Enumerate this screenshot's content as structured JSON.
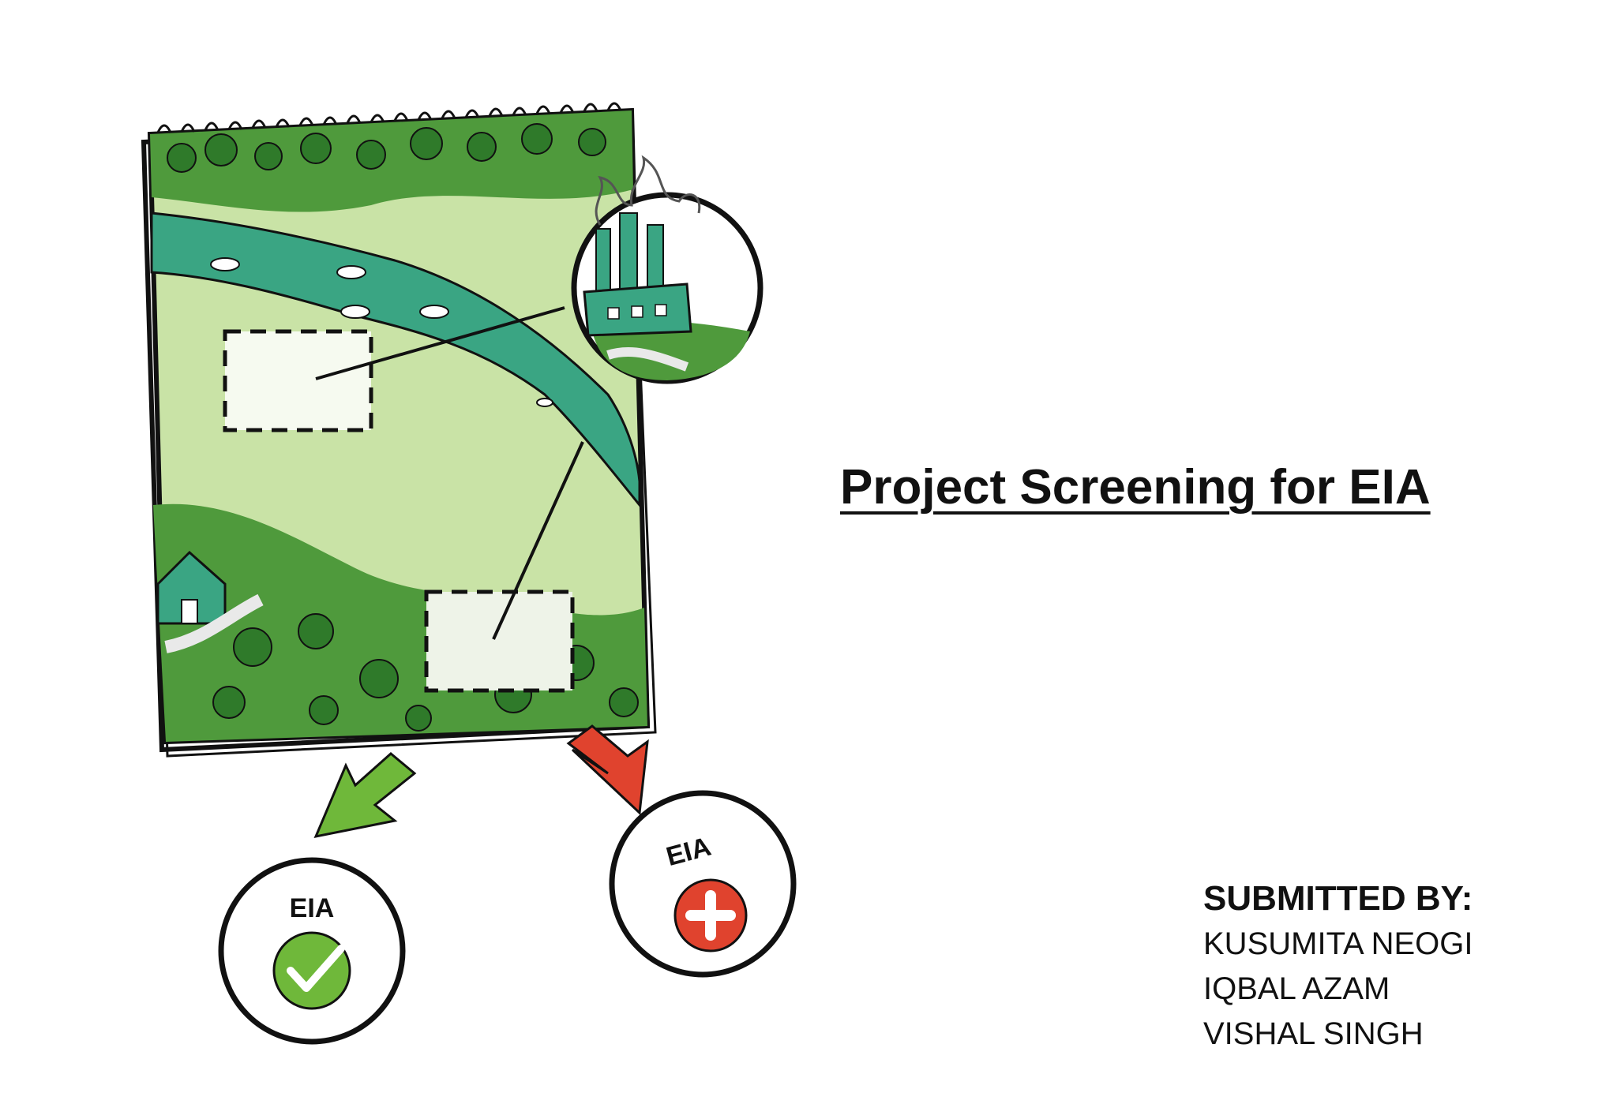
{
  "slide": {
    "title": "Project Screening for EIA",
    "submitted_label": "SUBMITTED BY:",
    "members": [
      "KUSUMITA NEOGI",
      "IQBAL AZAM",
      "VISHAL SINGH"
    ]
  },
  "illustration": {
    "badge_approve_label": "EIA",
    "badge_reject_label": "EIA",
    "icons": [
      "notepad-map-icon",
      "factory-icon",
      "house-icon",
      "fish-icon",
      "down-left-arrow-icon",
      "down-right-arrow-icon",
      "check-icon",
      "cross-icon"
    ]
  },
  "colors": {
    "forest_green": "#4f9a3c",
    "light_green": "#c9e3a6",
    "river_teal": "#3aa583",
    "approve_green": "#6fb83a",
    "reject_red": "#e0432e",
    "ink": "#111111"
  }
}
